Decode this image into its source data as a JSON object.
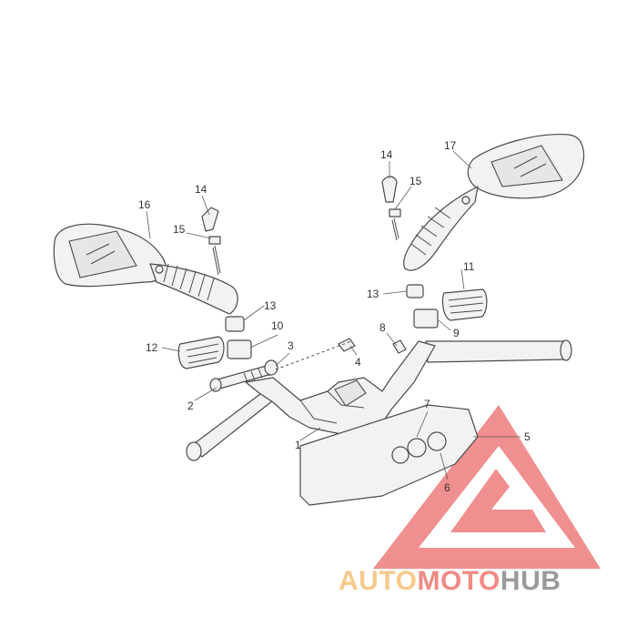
{
  "diagram": {
    "callouts": [
      {
        "id": "1",
        "label": "1"
      },
      {
        "id": "2",
        "label": "2"
      },
      {
        "id": "3",
        "label": "3"
      },
      {
        "id": "4",
        "label": "4"
      },
      {
        "id": "5",
        "label": "5"
      },
      {
        "id": "6",
        "label": "6"
      },
      {
        "id": "7",
        "label": "7"
      },
      {
        "id": "8",
        "label": "8"
      },
      {
        "id": "9",
        "label": "9"
      },
      {
        "id": "10",
        "label": "10"
      },
      {
        "id": "11",
        "label": "11"
      },
      {
        "id": "12",
        "label": "12"
      },
      {
        "id": "13a",
        "label": "13"
      },
      {
        "id": "13b",
        "label": "13"
      },
      {
        "id": "14a",
        "label": "14"
      },
      {
        "id": "14b",
        "label": "14"
      },
      {
        "id": "15a",
        "label": "15"
      },
      {
        "id": "15b",
        "label": "15"
      },
      {
        "id": "16",
        "label": "16"
      },
      {
        "id": "17",
        "label": "17"
      }
    ]
  },
  "watermark": {
    "part1": "AUTO",
    "part2": "MOTO",
    "part3": "HUB",
    "colors": {
      "part1": "#f7c98a",
      "part2": "#f08a84",
      "part3": "#9a9a9a",
      "triangle": "#ea5b5b"
    }
  }
}
